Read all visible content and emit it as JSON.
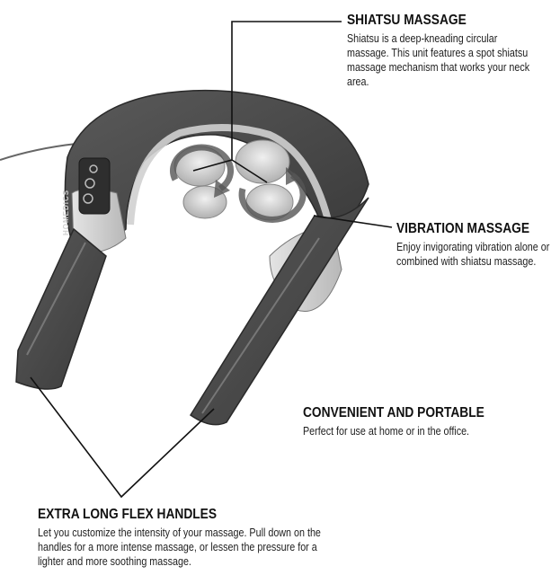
{
  "callouts": {
    "shiatsu": {
      "title": "SHIATSU MASSAGE",
      "text": "Shiatsu is a deep-kneading circular massage. This unit features a spot shiatsu massage mechanism that works your neck area."
    },
    "vibration": {
      "title": "VIBRATION MASSAGE",
      "text": "Enjoy invigorating vibration alone or combined with shiatsu massage."
    },
    "portable": {
      "title": "CONVENIENT AND PORTABLE",
      "text": "Perfect for use at home or in the office."
    },
    "handles": {
      "title": "EXTRA LONG FLEX HANDLES",
      "text": "Let you customize the intensity of your massage. Pull down on the handles for a more intense massage, or lessen the pressure for a lighter and more soothing massage."
    }
  },
  "product": {
    "brand": "HOMEDICS",
    "colors": {
      "body_dark": "#4a4a4a",
      "body_light": "#c8c8c8",
      "node": "#dcdcdc"
    }
  }
}
